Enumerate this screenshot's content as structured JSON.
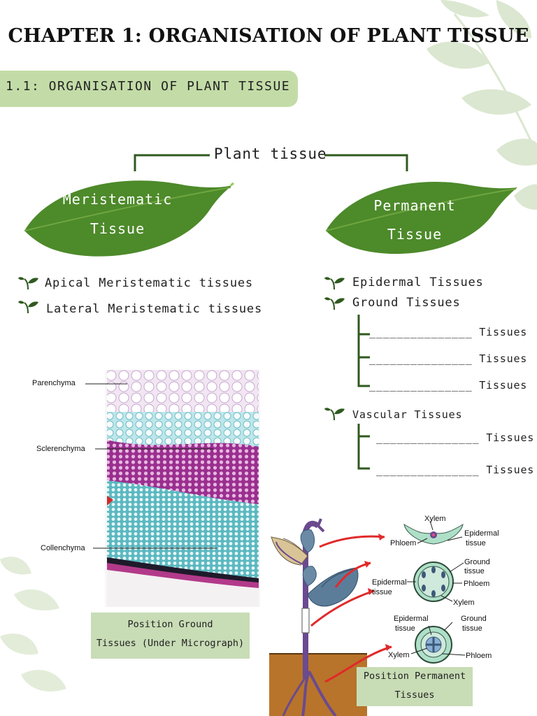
{
  "title": "CHAPTER 1: ORGANISATION OF PLANT TISSUE",
  "section": "1.1: ORGANISATION OF PLANT TISSUE",
  "tree": {
    "root": "Plant tissue",
    "left": {
      "line1": "Meristematic",
      "line2": "Tissue",
      "items": [
        "Apical Meristematic tissues",
        "Lateral Meristematic tissues"
      ]
    },
    "right": {
      "line1": "Permanent",
      "line2": "Tissue",
      "epidermal": "Epidermal Tissues",
      "ground": "Ground Tissues",
      "ground_blanks": [
        "_______________ Tissues",
        "_______________ Tissues",
        "_______________ Tissues"
      ],
      "vascular": "Vascular Tissues",
      "vascular_blanks": [
        "_______________ Tissues",
        "_______________ Tissues"
      ]
    }
  },
  "micrograph": {
    "labels": {
      "parenchyma": "Parenchyma",
      "sclerenchyma": "Sclerenchyma",
      "collenchyma": "Collenchyma"
    },
    "caption1": "Position Ground",
    "caption2": "Tissues (Under Micrograph)"
  },
  "plant_diagram": {
    "leaf": {
      "xylem": "Xylem",
      "phloem": "Phloem",
      "epidermal1": "Epidermal",
      "epidermal2": "tissue"
    },
    "stem": {
      "ground1": "Ground",
      "ground2": "tissue",
      "epidermal1": "Epidermal",
      "epidermal2": "tissue",
      "phloem": "Phloem",
      "xylem": "Xylem"
    },
    "root": {
      "epidermal1": "Epidermal",
      "epidermal2": "tissue",
      "ground1": "Ground",
      "ground2": "tissue",
      "xylem": "Xylem",
      "phloem": "Phloem"
    },
    "caption1": "Position Permanent",
    "caption2": "Tissues"
  },
  "colors": {
    "accent_green": "#c3dca7",
    "leaf_green": "#4d8a2a",
    "connector": "#2f5a1f"
  }
}
